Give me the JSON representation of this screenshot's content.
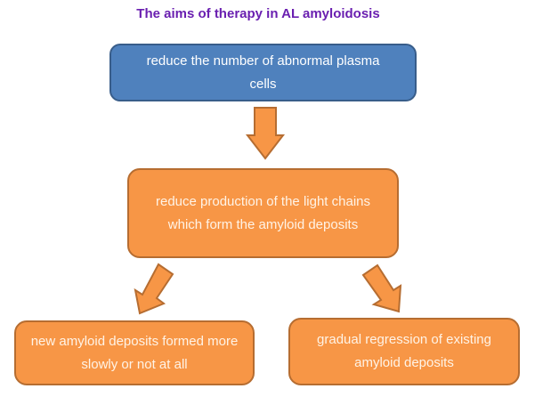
{
  "title": "The aims of therapy in AL amyloidosis",
  "colors": {
    "title": "#6a1fb0",
    "blue_fill": "#4f81bd",
    "blue_border": "#385d8a",
    "orange_fill": "#f79646",
    "orange_border": "#b66d31"
  },
  "nodes": {
    "top": {
      "text": "reduce the number of abnormal plasma cells"
    },
    "middle": {
      "text": "reduce production of the light chains which form the amyloid deposits"
    },
    "bottom_left": {
      "text": "new amyloid deposits formed more slowly or not at all"
    },
    "bottom_right": {
      "text": "gradual regression of existing amyloid deposits"
    }
  },
  "edges": [
    {
      "from": "top",
      "to": "middle"
    },
    {
      "from": "middle",
      "to": "bottom_left"
    },
    {
      "from": "middle",
      "to": "bottom_right"
    }
  ]
}
